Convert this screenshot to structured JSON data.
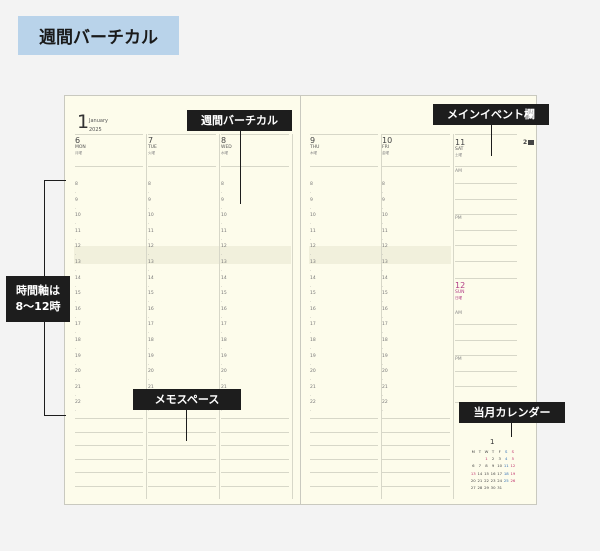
{
  "page_title": "週間バーチカル",
  "header": {
    "month": "1",
    "month_en": "January",
    "year": "2025"
  },
  "days_left": [
    {
      "num": "6",
      "en": "MON",
      "jp": "月曜"
    },
    {
      "num": "7",
      "en": "TUE",
      "jp": "火曜"
    },
    {
      "num": "8",
      "en": "WED",
      "jp": "水曜"
    }
  ],
  "days_right": [
    {
      "num": "9",
      "en": "THU",
      "jp": "木曜"
    },
    {
      "num": "10",
      "en": "FRI",
      "jp": "金曜"
    }
  ],
  "saturday": {
    "num": "11",
    "en": "SAT",
    "jp": "土曜"
  },
  "sunday": {
    "num": "12",
    "en": "SUN",
    "jp": "日曜"
  },
  "hours": [
    "8",
    "9",
    "10",
    "11",
    "12",
    "13",
    "14",
    "15",
    "16",
    "17",
    "18",
    "19",
    "20",
    "21",
    "22"
  ],
  "am_label": "AM",
  "pm_label": "PM",
  "page_marker": "2",
  "callouts": {
    "weekly_vertical": "週間バーチカル",
    "main_event": "メインイベント欄",
    "time_axis_line1": "時間軸は",
    "time_axis_line2": "8〜12時",
    "memo_space": "メモスペース",
    "month_calendar": "当月カレンダー"
  },
  "mini_calendar": {
    "month": "1",
    "weekdays": [
      "M",
      "T",
      "W",
      "T",
      "F",
      "S",
      "S"
    ],
    "weeks": [
      [
        "",
        "",
        "1",
        "2",
        "3",
        "4",
        "5"
      ],
      [
        "6",
        "7",
        "8",
        "9",
        "10",
        "11",
        "12"
      ],
      [
        "13",
        "14",
        "15",
        "16",
        "17",
        "18",
        "19"
      ],
      [
        "20",
        "21",
        "22",
        "23",
        "24",
        "25",
        "26"
      ],
      [
        "27",
        "28",
        "29",
        "30",
        "31",
        "",
        ""
      ]
    ]
  },
  "colors": {
    "paper": "#fdfceb",
    "badge": "#b9d3ea",
    "label_bg": "#1d1d1d",
    "sunday": "#b23c86"
  }
}
